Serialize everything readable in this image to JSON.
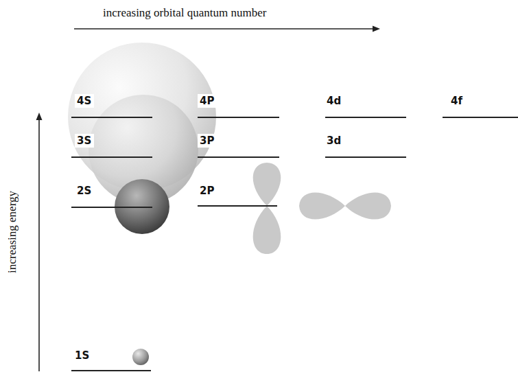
{
  "diagram": {
    "labels": [
      "increasing orbital quantum number",
      "increasing energy",
      "4S",
      "4P",
      "4d",
      "4f",
      "3S",
      "3P",
      "3d",
      "2S",
      "2P",
      "1S"
    ]
  }
}
